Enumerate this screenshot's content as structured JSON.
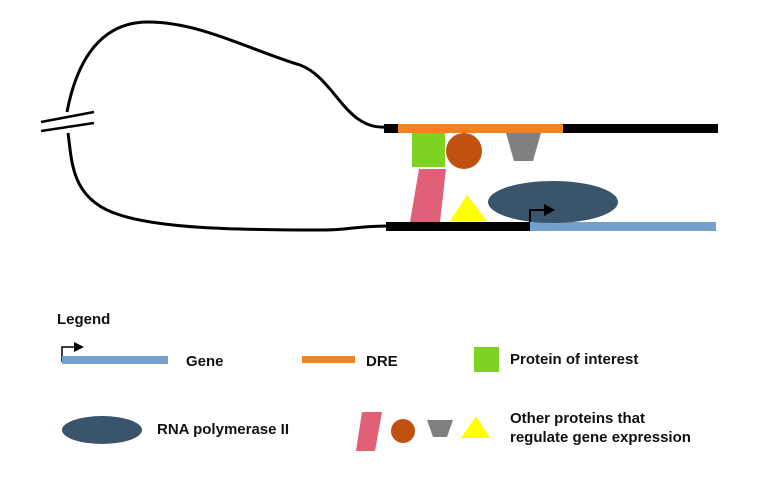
{
  "diagram": {
    "title": "DNA looping: DRE-bound protein regulating gene transcription",
    "colors": {
      "dna": "#000000",
      "gene": "#74a0cc",
      "dre": "#f58220",
      "protein_of_interest": "#7ed321",
      "rna_polymerase": "#3a546b",
      "pink_protein": "#e06077",
      "brown_protein": "#c0510f",
      "gray_protein": "#808080",
      "yellow_protein": "#ffff00"
    }
  },
  "legend": {
    "heading": "Legend",
    "items": [
      {
        "key": "gene",
        "label": "Gene",
        "icon": "gene-with-tss-arrow"
      },
      {
        "key": "dre",
        "label": "DRE",
        "icon": "orange-bar"
      },
      {
        "key": "protein_of_interest",
        "label": "Protein of interest",
        "icon": "green-square"
      },
      {
        "key": "rna_polymerase",
        "label": "RNA polymerase II",
        "icon": "dark-ellipse"
      },
      {
        "key": "other_proteins",
        "label_line1": "Other proteins that",
        "label_line2": "regulate gene expression",
        "icon": "pink-parallelogram, brown-circle, gray-trapezoid, yellow-triangle"
      }
    ]
  }
}
